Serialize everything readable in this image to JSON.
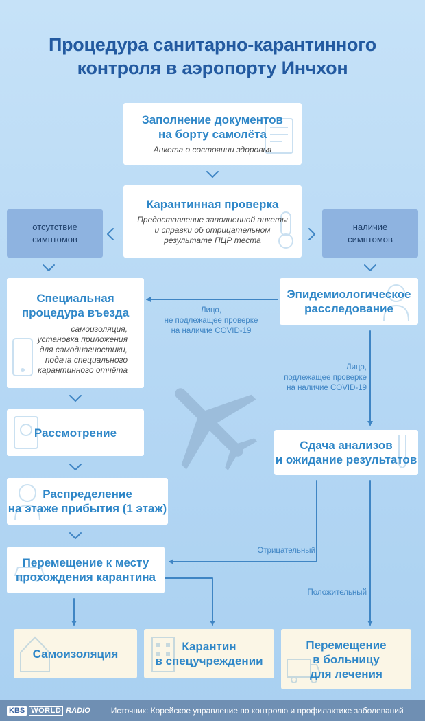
{
  "title": {
    "line1": "Процедура санитарно-карантинного",
    "line2": "контроля в аэропорту Инчхон"
  },
  "steps": {
    "documents": {
      "title1": "Заполнение документов",
      "title2": "на борту самолёта",
      "sub": "Анкета о состоянии здоровья"
    },
    "check": {
      "title": "Карантинная проверка",
      "sub1": "Предоставление заполненной анкеты",
      "sub2": "и справки об отрицательном",
      "sub3": "результате ПЦР теста"
    },
    "special": {
      "title1": "Специальная",
      "title2": "процедура въезда",
      "sub1": "самоизоляция,",
      "sub2": "установка приложения",
      "sub3": "для самодиагностики,",
      "sub4": "подача специального",
      "sub5": "карантинного отчёта"
    },
    "epi": {
      "title1": "Эпидемиологическое",
      "title2": "расследование"
    },
    "review": {
      "title": "Рассмотрение"
    },
    "tests": {
      "title1": "Сдача анализов",
      "title2": "и ожидание результатов"
    },
    "distribution": {
      "title1": "Распределение",
      "title2": "на этаже прибытия (1 этаж)"
    },
    "move": {
      "title1": "Перемещение к месту",
      "title2": "прохождения карантина"
    },
    "self_isolation": {
      "title": "Самоизоляция"
    },
    "facility": {
      "title1": "Карантин",
      "title2": "в спецучреждении"
    },
    "hospital": {
      "title1": "Перемещение",
      "title2": "в больницу",
      "title3": "для лечения"
    }
  },
  "tags": {
    "no_symptoms": {
      "line1": "отсутствие",
      "line2": "симптомов"
    },
    "symptoms": {
      "line1": "наличие",
      "line2": "симптомов"
    }
  },
  "labels": {
    "not_subject": {
      "line1": "Лицо,",
      "line2": "не подлежащее проверке",
      "line3": "на наличие COVID-19"
    },
    "subject": {
      "line1": "Лицо,",
      "line2": "подлежащее проверке",
      "line3": "на наличие COVID-19"
    },
    "negative": "Отрицательный",
    "positive": "Положительный"
  },
  "footer": {
    "logo_kbs": "KBS",
    "logo_world": "WORLD",
    "logo_radio": "RADIO",
    "source": "Источник: Корейское управление по контролю и профилактике заболеваний"
  },
  "colors": {
    "title": "#235aa0",
    "step_title": "#2f87c8",
    "arrow": "#3f85c4",
    "tag_bg": "#8eb3e0",
    "final_bg": "#fbf6e6",
    "footer_bg": "#6f8fb3"
  }
}
